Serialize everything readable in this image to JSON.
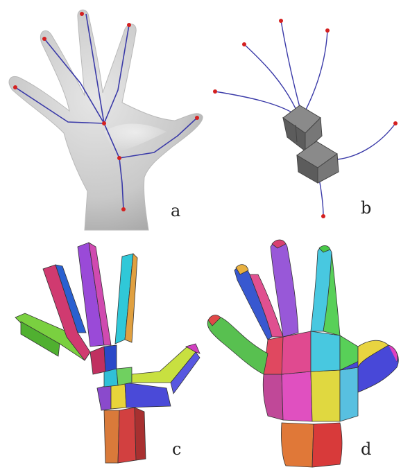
{
  "panels": {
    "a": {
      "label": "a"
    },
    "b": {
      "label": "b"
    },
    "c": {
      "label": "c"
    },
    "d": {
      "label": "d"
    }
  },
  "colors": {
    "skeleton_line": "#3a3aa8",
    "joint": "#d42020",
    "hand_fill": "#cfcfcf",
    "cube": "#6b6b6b"
  }
}
